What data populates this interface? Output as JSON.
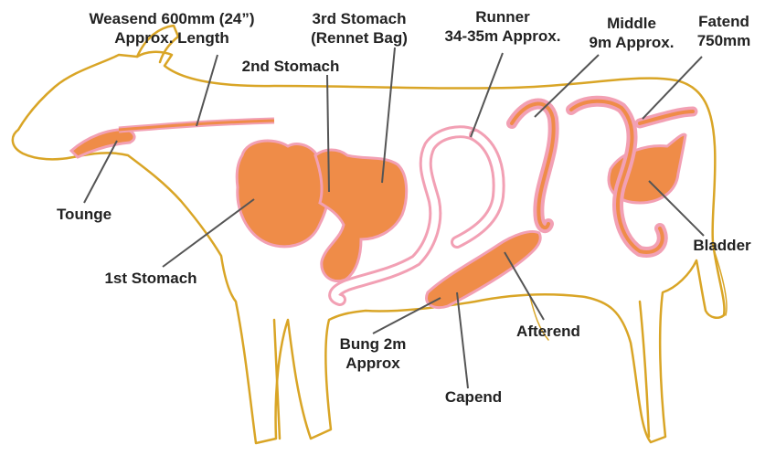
{
  "colors": {
    "outline": "#d9a526",
    "organ_fill": "#ef8c48",
    "organ_edge": "#f2a0b4",
    "leader": "#555555",
    "text": "#222222"
  },
  "labels": {
    "weasend": [
      "Weasend 600mm (24”)",
      "Approx. Length"
    ],
    "third_stomach": [
      "3rd Stomach",
      "(Rennet Bag)"
    ],
    "runner": [
      "Runner",
      "34-35m Approx."
    ],
    "middle": [
      "Middle",
      "9m Approx."
    ],
    "fatend": [
      "Fatend",
      "750mm"
    ],
    "second_stomach": [
      "2nd Stomach"
    ],
    "tongue": [
      "Tounge"
    ],
    "first_stomach": [
      "1st Stomach"
    ],
    "bladder": [
      "Bladder"
    ],
    "afterend": [
      "Afterend"
    ],
    "bung": [
      "Bung 2m",
      "Approx"
    ],
    "capend": [
      "Capend"
    ]
  }
}
